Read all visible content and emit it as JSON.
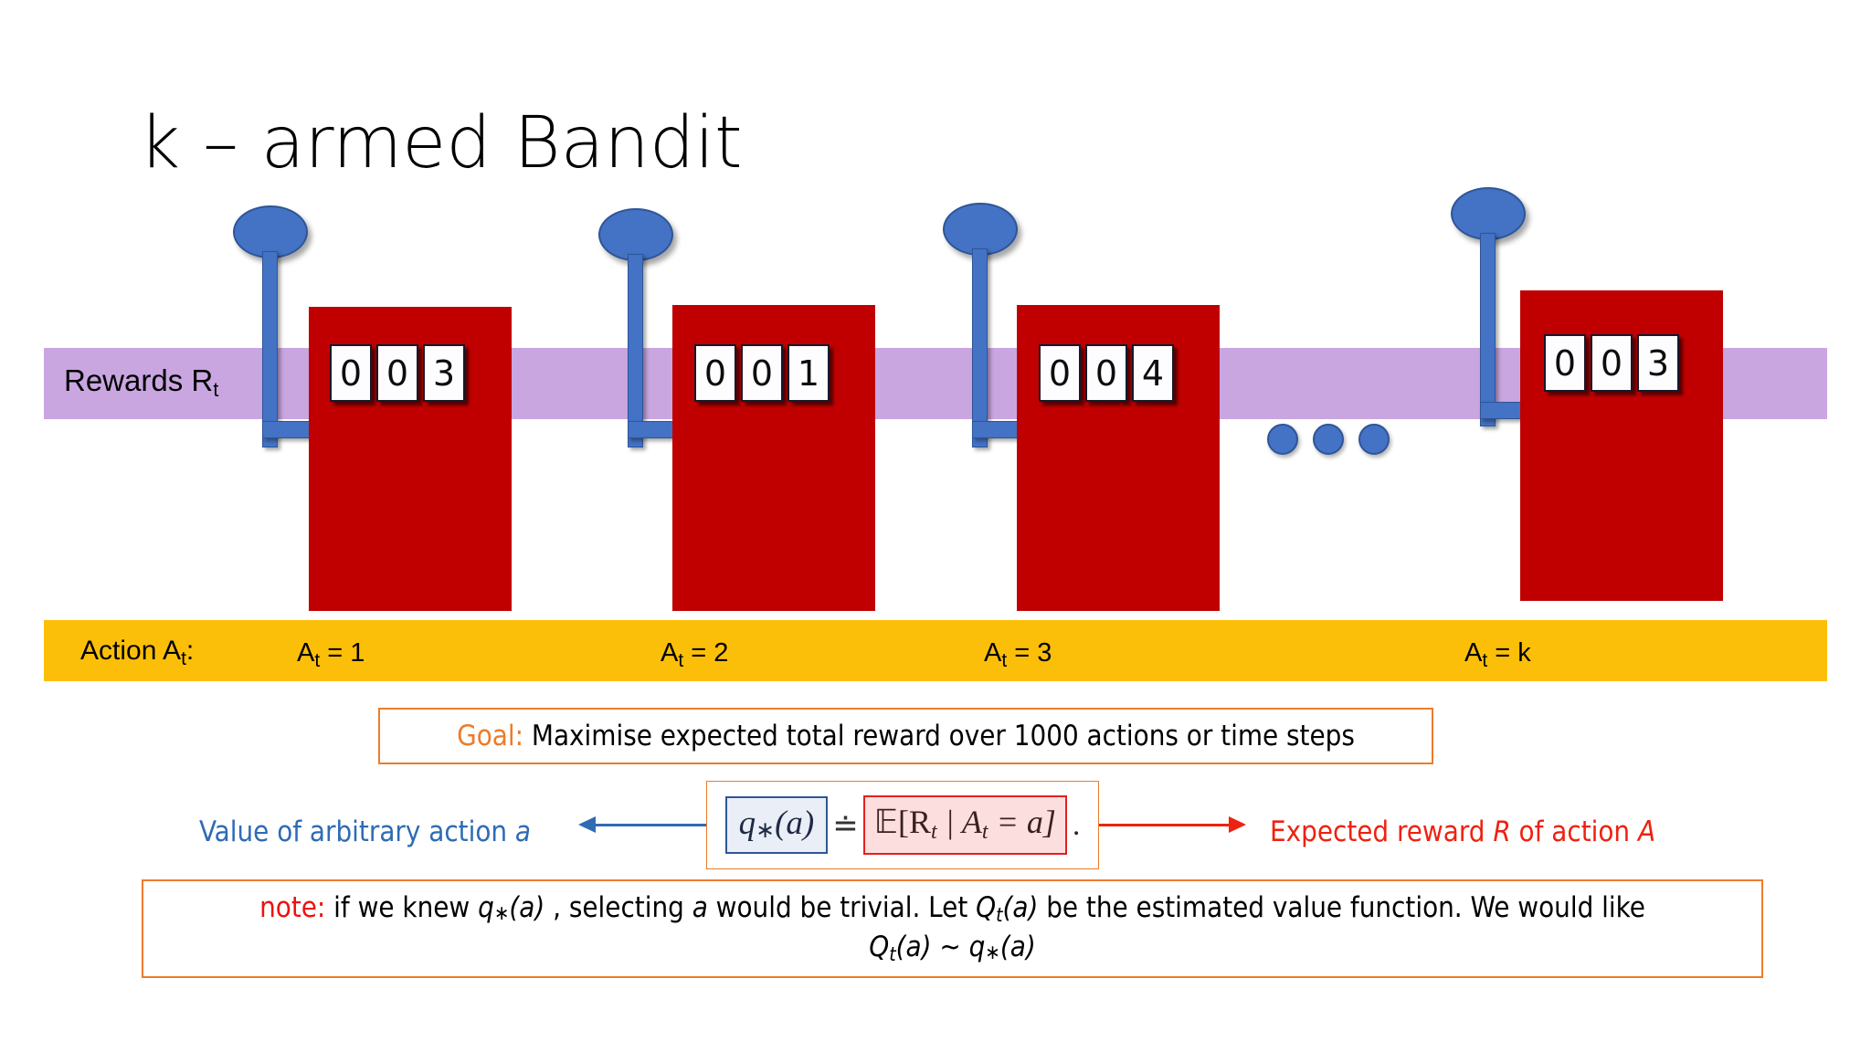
{
  "slide": {
    "title": "k – armed Bandit",
    "background_color": "#ffffff"
  },
  "rewards_band": {
    "label_prefix": "Rewards R",
    "label_sub": "t",
    "color": "#c9a6e0"
  },
  "action_band": {
    "label_prefix": "Action A",
    "label_sub": "t",
    "label_suffix": ":",
    "color": "#fcbf09",
    "items": [
      {
        "prefix": "A",
        "sub": "t",
        "suffix": " = 1"
      },
      {
        "prefix": "A",
        "sub": "t",
        "suffix": " = 2"
      },
      {
        "prefix": "A",
        "sub": "t",
        "suffix": " = 3"
      },
      {
        "prefix": "A",
        "sub": "t",
        "suffix": " = k"
      }
    ]
  },
  "machines": [
    {
      "name": "bandit-machine-1",
      "reels": [
        "0",
        "0",
        "3"
      ],
      "body_color": "#c00000",
      "lever_color": "#4472c4"
    },
    {
      "name": "bandit-machine-2",
      "reels": [
        "0",
        "0",
        "1"
      ],
      "body_color": "#c00000",
      "lever_color": "#4472c4"
    },
    {
      "name": "bandit-machine-3",
      "reels": [
        "0",
        "0",
        "4"
      ],
      "body_color": "#c00000",
      "lever_color": "#4472c4"
    },
    {
      "name": "bandit-machine-k",
      "reels": [
        "0",
        "0",
        "3"
      ],
      "body_color": "#c00000",
      "lever_color": "#4472c4"
    }
  ],
  "ellipsis": {
    "dots": 3,
    "color": "#4472c4"
  },
  "goal": {
    "keyword": "Goal:",
    "text": " Maximise expected total reward over 1000 actions or time steps",
    "border_color": "#ec7c2a",
    "keyword_color": "#ec7c2a"
  },
  "equation": {
    "left_box": {
      "fn": "q",
      "star": "∗",
      "arg": "(a)"
    },
    "relation": "≐",
    "right_box": {
      "expectation": "𝔼[R",
      "sub1": "t",
      "mid": " | A",
      "sub2": "t",
      "tail": " = a]"
    },
    "period": ".",
    "left_box_border": "#2f5597",
    "left_box_fill": "#e9eef7",
    "right_box_border": "#e02020",
    "right_box_fill": "#fcdede",
    "outer_border": "#ec7c2a"
  },
  "left_caption": {
    "text": "Value of arbitrary action ",
    "italic": "a",
    "color": "#2f6bb4",
    "arrow_color": "#2f6bb4"
  },
  "right_caption": {
    "text_a": "Expected reward ",
    "italic_a": "R",
    "text_b": "  of action ",
    "italic_b": "A",
    "color": "#ee2211",
    "arrow_color": "#ee2211"
  },
  "note": {
    "keyword": "note:",
    "keyword_color": "#ee1111",
    "line1_a": " if we knew ",
    "line1_q": "q",
    "line1_star": "∗",
    "line1_arg": "(a)",
    "line1_b": " , selecting ",
    "line1_it": "a",
    "line1_c": " would be trivial. Let ",
    "line1_Q": "Q",
    "line1_Qsub": "t",
    "line1_Qarg": "(a)",
    "line1_d": " be the estimated value function. We would like",
    "line2_Q": "Q",
    "line2_Qsub": "t",
    "line2_Qarg": "(a)",
    "line2_tilde": " ~ ",
    "line2_q": "q",
    "line2_star": "∗",
    "line2_arg": "(a)",
    "border_color": "#ec7c2a"
  }
}
